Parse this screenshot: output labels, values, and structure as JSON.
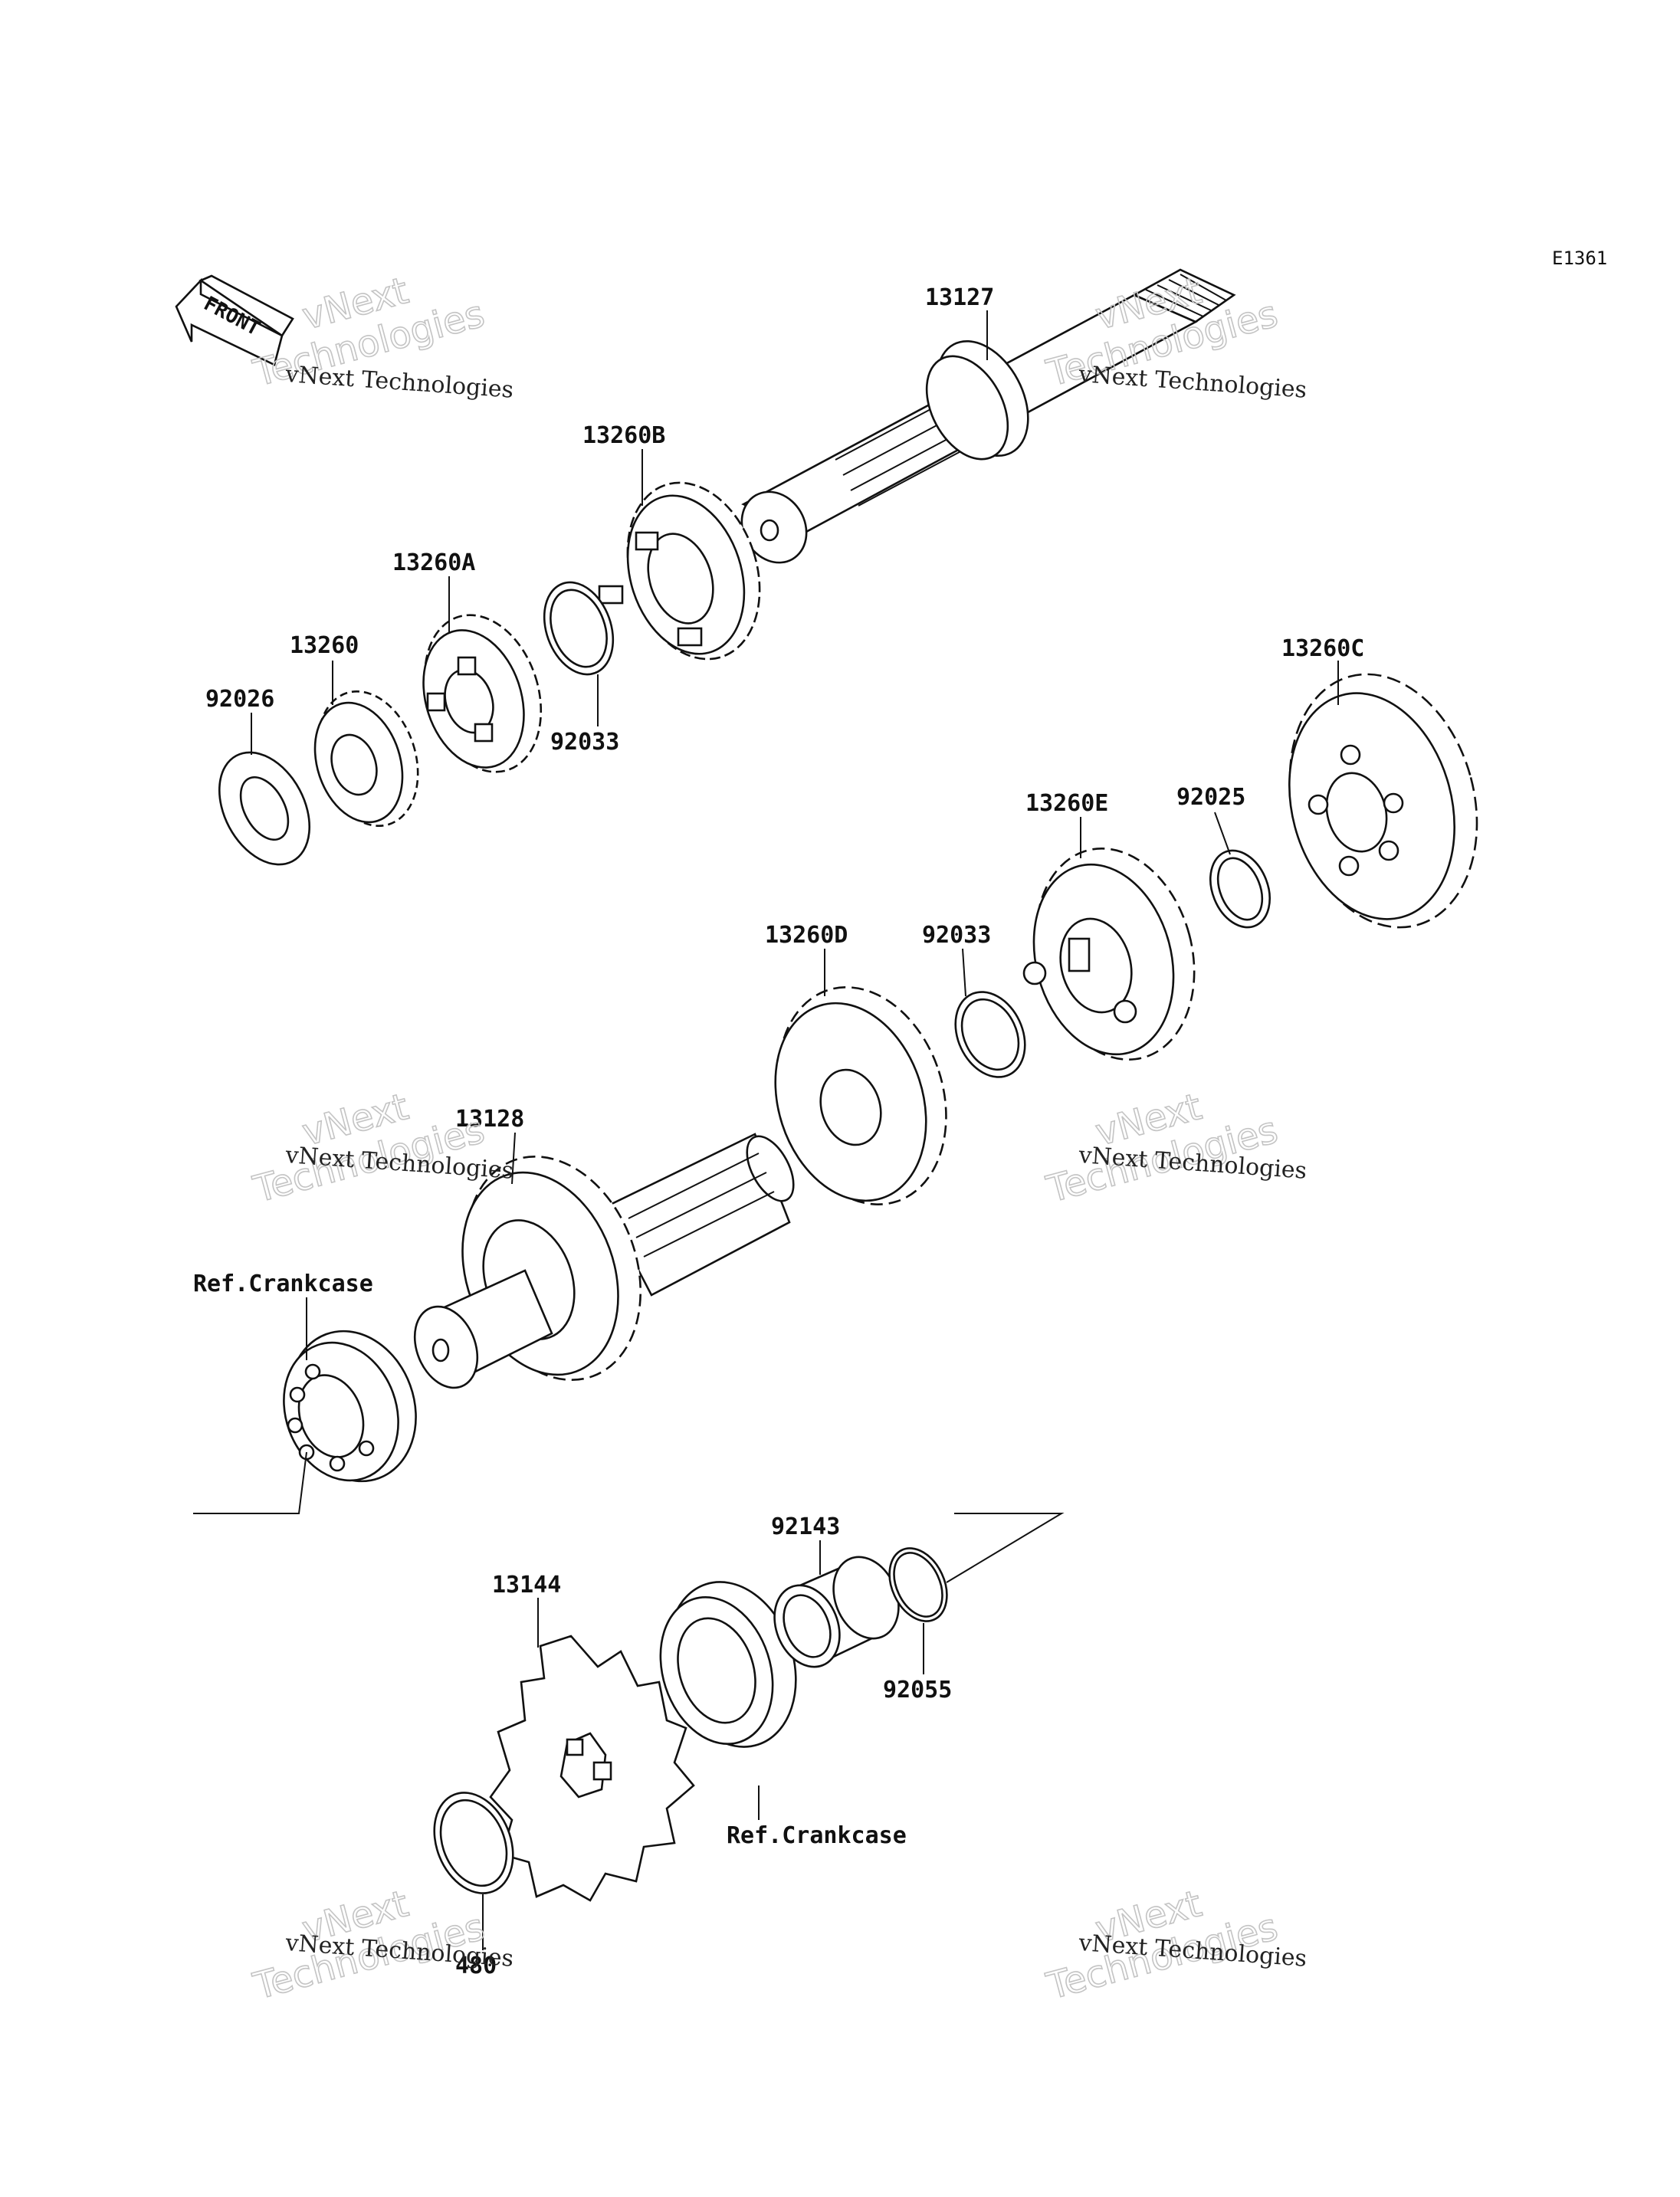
{
  "diagram_id": "E1361",
  "front_label": "FRONT",
  "labels": {
    "p13127": "13127",
    "p13260B": "13260B",
    "p13260A": "13260A",
    "p13260": "13260",
    "p92026": "92026",
    "p92033a": "92033",
    "p13260C": "13260C",
    "p13260E": "13260E",
    "p92025": "92025",
    "p13260D": "13260D",
    "p92033b": "92033",
    "p13128": "13128",
    "p_refcase1": "Ref.Crankcase",
    "p92143": "92143",
    "p13144": "13144",
    "p92055": "92055",
    "p_refcase2": "Ref.Crankcase",
    "p480": "480"
  },
  "watermark": {
    "line1": "vNext Technologies",
    "line2": "vNext",
    "line3": "Technologies"
  }
}
